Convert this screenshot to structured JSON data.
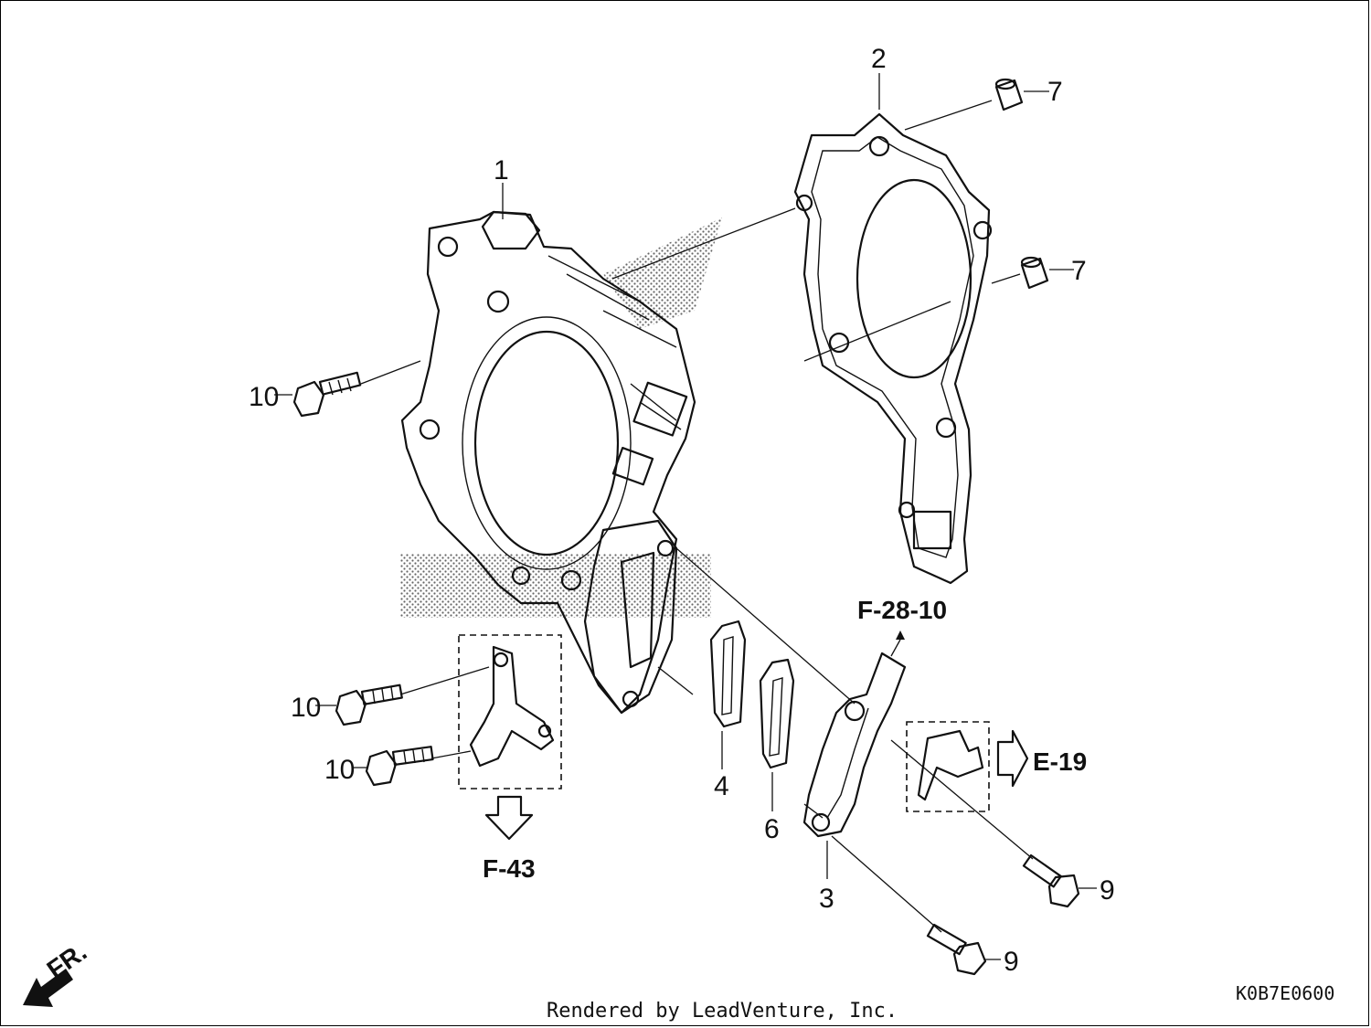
{
  "callouts": [
    "1",
    "2",
    "3",
    "4",
    "6",
    "7",
    "7",
    "9",
    "9",
    "10",
    "10",
    "10"
  ],
  "refs": {
    "f28": "F-28-10",
    "e19": "E-19",
    "f43": "F-43"
  },
  "direction_label": "FR.",
  "diagram_code": "K0B7E0600",
  "credit": "Rendered by LeadVenture, Inc.",
  "icons": [
    "front-direction-arrow-icon",
    "reference-arrow-icon"
  ]
}
